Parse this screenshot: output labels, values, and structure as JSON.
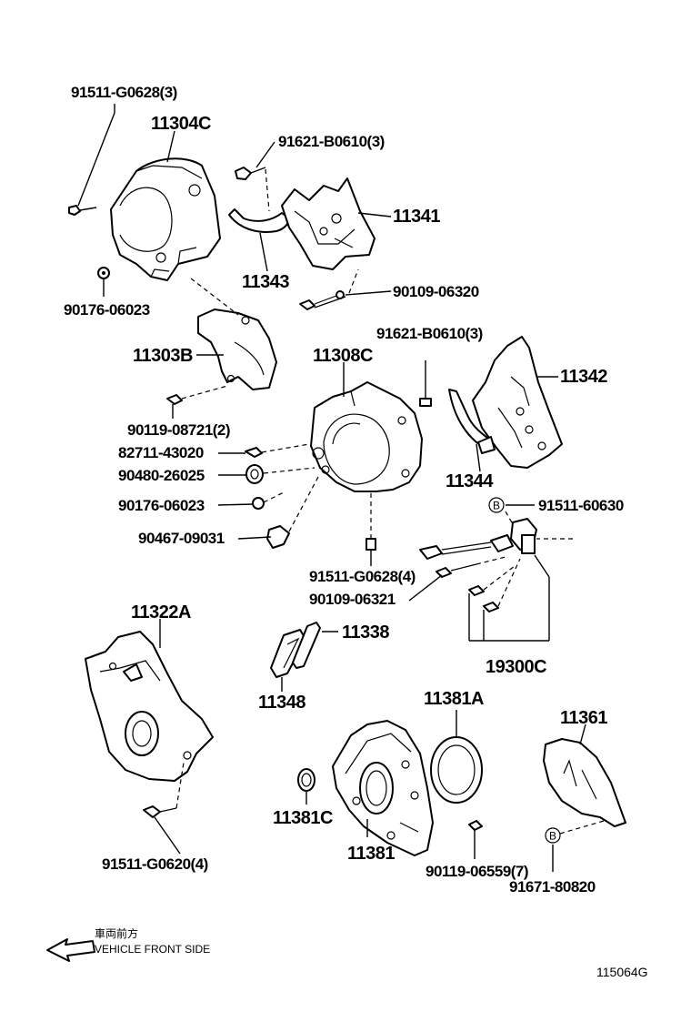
{
  "diagram_id": "115064G",
  "legend": {
    "japanese": "車両前方",
    "english": "VEHICLE FRONT SIDE"
  },
  "callouts": {
    "c_91511_g0628_3": "91511-G0628(3)",
    "c_11304c": "11304C",
    "c_91621_b0610_3_top": "91621-B0610(3)",
    "c_11341": "11341",
    "c_11343": "11343",
    "c_90176_06023_top": "90176-06023",
    "c_90109_06320": "90109-06320",
    "c_11303b": "11303B",
    "c_91621_b0610_3_mid": "91621-B0610(3)",
    "c_11308c": "11308C",
    "c_11342": "11342",
    "c_90119_08721_2": "90119-08721(2)",
    "c_82711_43020": "82711-43020",
    "c_90480_26025": "90480-26025",
    "c_11344": "11344",
    "c_90176_06023_mid": "90176-06023",
    "c_91511_60630": "91511-60630",
    "c_90467_09031": "90467-09031",
    "c_91511_g0628_4": "91511-G0628(4)",
    "c_90109_06321": "90109-06321",
    "c_11322a": "11322A",
    "c_11338": "11338",
    "c_19300c": "19300C",
    "c_11348": "11348",
    "c_11381a": "11381A",
    "c_11361": "11361",
    "c_11381c": "11381C",
    "c_11381": "11381",
    "c_91511_g0620_4": "91511-G0620(4)",
    "c_90119_06559_7": "90119-06559(7)",
    "c_91671_80820": "91671-80820",
    "b_marker_1": "B",
    "b_marker_2": "B"
  }
}
